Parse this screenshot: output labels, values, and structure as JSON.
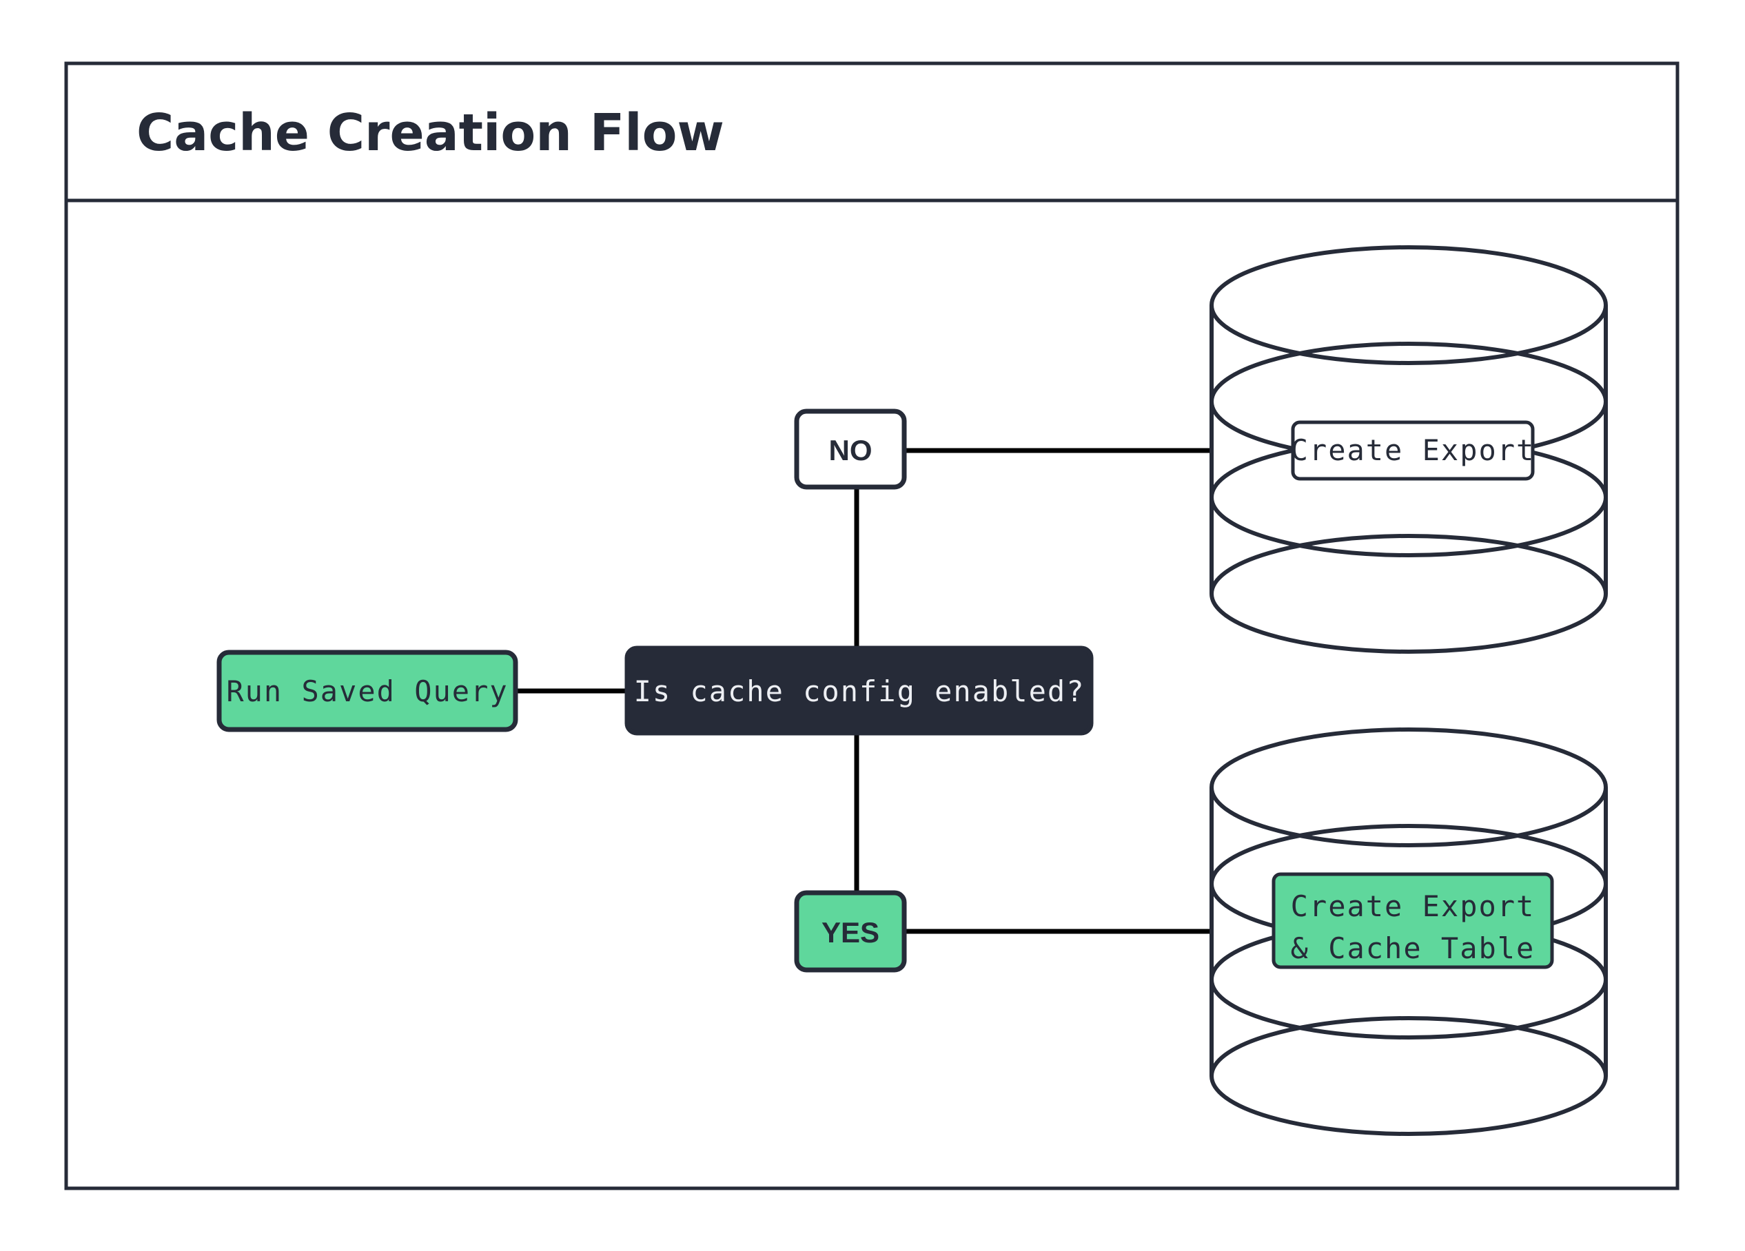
{
  "diagram": {
    "title": "Cache Creation Flow",
    "frame": {
      "border_color": "#262B38",
      "background": "#ffffff"
    },
    "colors": {
      "dark": "#262B38",
      "green": "#5FD79C",
      "white": "#FFFFFF",
      "connector": "#000000",
      "light_text": "#EDEFF3"
    },
    "nodes": [
      {
        "id": "run-saved-query",
        "label": "Run Saved Query",
        "shape": "rounded-rect",
        "fill": "green",
        "text_color": "#262B38"
      },
      {
        "id": "decision",
        "label": "Is cache config enabled?",
        "shape": "rounded-rect",
        "fill": "dark",
        "text_color": "#EDEFF3"
      },
      {
        "id": "branch-no",
        "label": "NO",
        "shape": "rounded-rect",
        "fill": "white",
        "text_color": "#262B38"
      },
      {
        "id": "branch-yes",
        "label": "YES",
        "shape": "rounded-rect",
        "fill": "green",
        "text_color": "#262B38"
      },
      {
        "id": "database-top",
        "shape": "database-cylinder",
        "label_line1": "Create Export",
        "label_line2": "",
        "label_fill": "white"
      },
      {
        "id": "database-bottom",
        "shape": "database-cylinder",
        "label_line1": "Create Export",
        "label_line2": "& Cache Table",
        "label_fill": "green"
      }
    ],
    "edges": [
      {
        "from": "run-saved-query",
        "to": "decision",
        "label": ""
      },
      {
        "from": "decision",
        "to": "branch-no",
        "label": ""
      },
      {
        "from": "decision",
        "to": "branch-yes",
        "label": ""
      },
      {
        "from": "branch-no",
        "to": "database-top",
        "label": ""
      },
      {
        "from": "branch-yes",
        "to": "database-bottom",
        "label": ""
      }
    ]
  }
}
